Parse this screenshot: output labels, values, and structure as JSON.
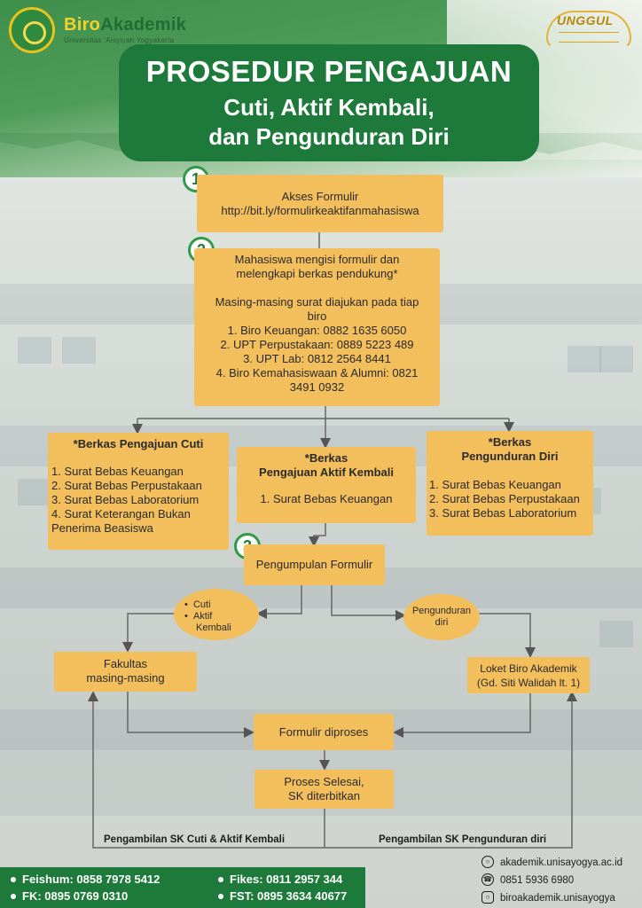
{
  "header": {
    "brand_part1": "Biro",
    "brand_part2": "Akademik",
    "brand_sub": "Universitas 'Aisyiyah Yogyakarta",
    "unggul_logo": "UNGGUL"
  },
  "title": {
    "line1": "PROSEDUR PENGAJUAN",
    "line2": "Cuti, Aktif Kembali,",
    "line3": "dan Pengunduran Diri"
  },
  "steps": {
    "s1": "1",
    "s2": "2",
    "s3": "3"
  },
  "box_access": {
    "line1": "Akses Formulir",
    "line2": "http://bit.ly/formulirkeaktifanmahasiswa"
  },
  "box_fill": {
    "line1": "Mahasiswa mengisi formulir dan",
    "line2": "melengkapi berkas pendukung*",
    "line3": "Masing-masing surat diajukan pada tiap",
    "line4": "biro",
    "items": [
      "1. Biro Keuangan: 0882 1635 6050",
      "2. UPT Perpustakaan: 0889 5223 489",
      "3. UPT Lab: 0812 2564 8441",
      "4. Biro Kemahasiswaan & Alumni: 0821",
      "3491 0932"
    ]
  },
  "berkas_cuti": {
    "title": "*Berkas Pengajuan Cuti",
    "items": [
      "1. Surat Bebas Keuangan",
      "2. Surat Bebas Perpustakaan",
      "3. Surat Bebas Laboratorium",
      "4. Surat Keterangan Bukan",
      "Penerima Beasiswa"
    ]
  },
  "berkas_aktif": {
    "title1": "*Berkas",
    "title2": "Pengajuan Aktif Kembali",
    "items": [
      "1. Surat Bebas Keuangan"
    ]
  },
  "berkas_undur": {
    "title1": "*Berkas",
    "title2": "Pengunduran Diri",
    "items": [
      "1. Surat Bebas Keuangan",
      "2. Surat Bebas Perpustakaan",
      "3. Surat Bebas Laboratorium"
    ]
  },
  "pengumpulan": "Pengumpulan Formulir",
  "ellipse_left": {
    "items": [
      "Cuti",
      "Aktif",
      "Kembali"
    ]
  },
  "ellipse_right": {
    "line1": "Pengunduran",
    "line2": "diri"
  },
  "fakultas": {
    "line1": "Fakultas",
    "line2": "masing-masing"
  },
  "loket": {
    "line1": "Loket Biro Akademik",
    "line2": "(Gd. Siti Walidah lt. 1)"
  },
  "diproses": "Formulir diproses",
  "selesai": {
    "line1": "Proses Selesai,",
    "line2": "SK diterbitkan"
  },
  "pickup": {
    "left": "Pengambilan SK Cuti & Aktif Kembali",
    "right": "Pengambilan SK Pengunduran diri"
  },
  "footer": {
    "feishum": "Feishum: 0858 7978 5412",
    "fk": "FK: 0895 0769 0310",
    "fikes": "Fikes: 0811 2957 344",
    "fst": "FST:  0895 3634 40677"
  },
  "contacts": {
    "web": "akademik.unisayogya.ac.id",
    "phone": "0851 5936 6980",
    "instagram": "biroakademik.unisayogya"
  },
  "icons": {
    "web": "globe-icon",
    "phone": "phone-icon",
    "instagram": "instagram-icon"
  },
  "colors": {
    "primary_green": "#1e7a3a",
    "box_orange": "#f3be5c",
    "step_ring": "#2f9a48"
  }
}
